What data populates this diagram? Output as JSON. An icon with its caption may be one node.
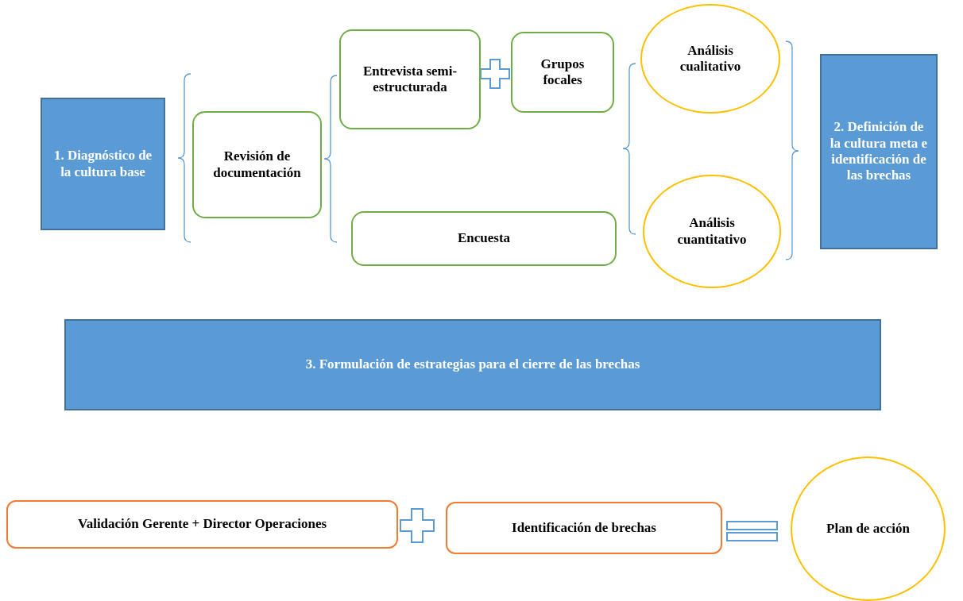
{
  "diagram": {
    "nodes": [
      {
        "text": [
          "1. Diagnóstico de la cultura base"
        ]
      },
      {
        "text": [
          "Revisión de documentación"
        ]
      },
      {
        "text": [
          "Entrevista semi-estructurada"
        ]
      },
      {
        "text": [
          "Grupos focales"
        ]
      },
      {
        "text": [
          "Encuesta"
        ]
      },
      {
        "text": [
          "Análisis cualitativo"
        ]
      },
      {
        "text": [
          "Análisis cuantitativo"
        ]
      },
      {
        "text": [
          "2. Definición de la cultura meta e identificación de las brechas"
        ]
      },
      {
        "text": [
          "3. Formulación de estrategias para el cierre de las brechas"
        ]
      },
      {
        "text": [
          "Validación Gerente + Director Operaciones"
        ]
      },
      {
        "text": [
          "Identificación de brechas"
        ]
      },
      {
        "text": [
          "Plan de acción"
        ]
      }
    ]
  }
}
